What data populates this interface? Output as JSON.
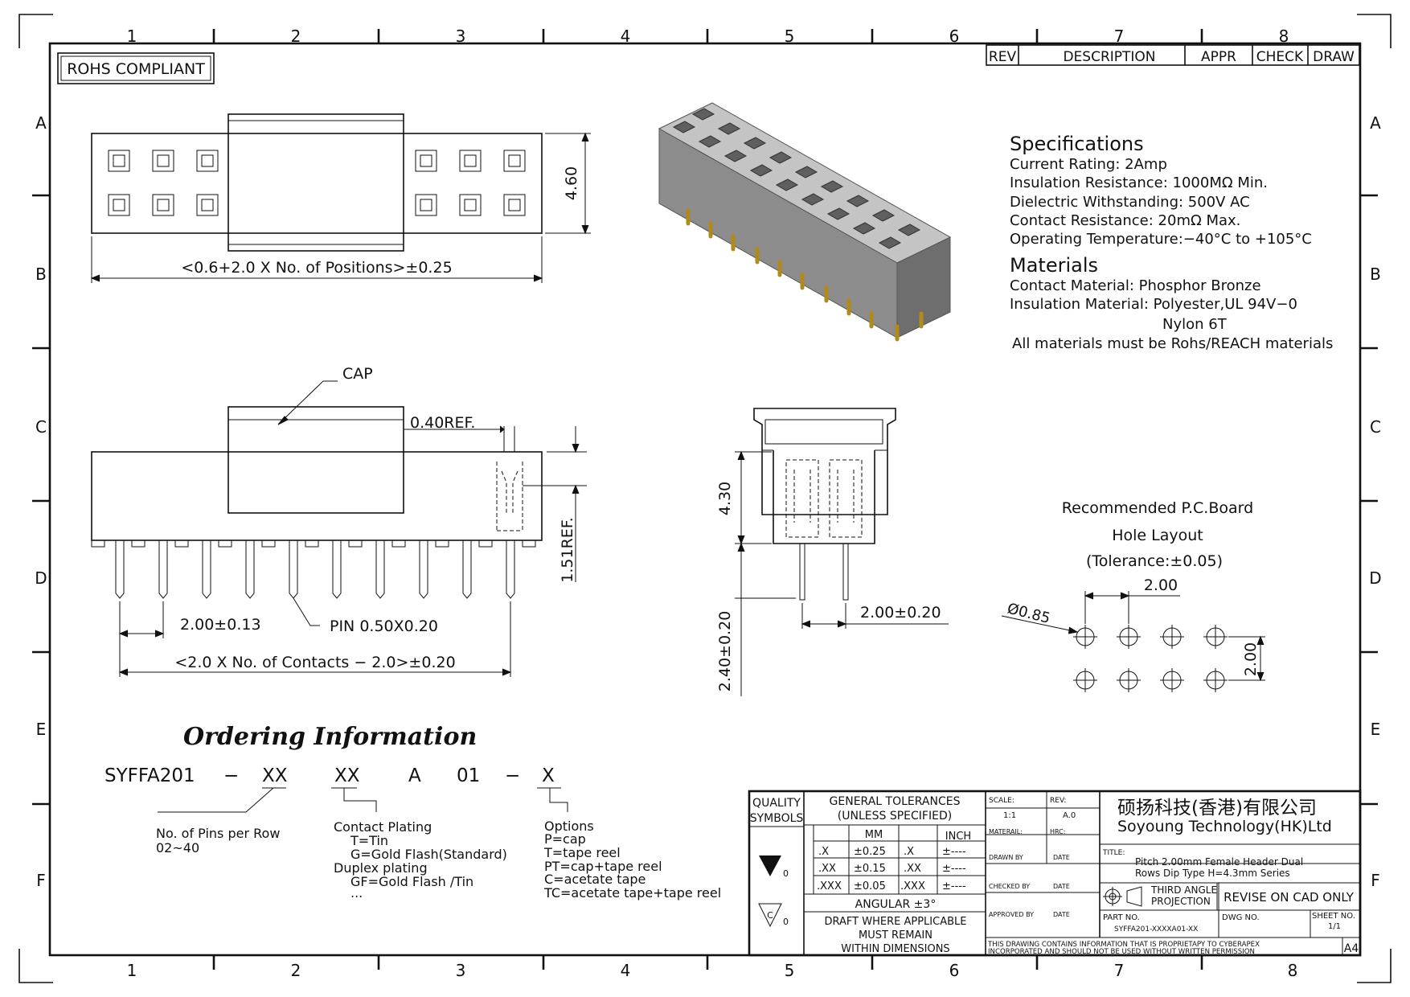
{
  "frame": {
    "top_cols": [
      "1",
      "2",
      "3",
      "4",
      "5",
      "6",
      "7",
      "8"
    ],
    "bottom_cols": [
      "1",
      "2",
      "3",
      "4",
      "5",
      "6",
      "7",
      "8"
    ],
    "rows": [
      "A",
      "B",
      "C",
      "D",
      "E",
      "F"
    ]
  },
  "rohs": "ROHS COMPLIANT",
  "revision_block": {
    "rev": "REV",
    "description": "DESCRIPTION",
    "appr": "APPR",
    "check": "CHECK",
    "draw": "DRAW"
  },
  "specifications": {
    "heading": "Specifications",
    "lines": [
      "Current Rating:   2Amp",
      "Insulation Resistance:   1000MΩ Min.",
      "Dielectric Withstanding:   500V AC",
      "Contact Resistance:   20mΩ Max.",
      "Operating Temperature:−40°C to +105°C"
    ]
  },
  "materials": {
    "heading": "Materials",
    "lines": [
      "Contact Material: Phosphor Bronze",
      " Insulation Material: Polyester,UL 94V−0",
      "Nylon 6T",
      "All materials must be Rohs/REACH materials"
    ]
  },
  "top_view": {
    "dim_height": "4.60",
    "dim_length": "<0.6+2.0 X No. of Positions>±0.25"
  },
  "front_view": {
    "cap_label": "CAP",
    "dim_ref_040": "0.40REF.",
    "dim_ref_151": "1.51REF.",
    "dim_pitch": "2.00±0.13",
    "pin_label": "PIN 0.50X0.20",
    "dim_contacts": "<2.0 X No. of Contacts − 2.0>±0.20"
  },
  "side_view": {
    "dim_430": "4.30",
    "dim_240": "2.40±0.20",
    "dim_200": "2.00±0.20"
  },
  "pcb": {
    "title1": "Recommended P.C.Board",
    "title2": "Hole Layout",
    "title3": "(Tolerance:±0.05)",
    "dim_h": "2.00",
    "dim_v": "2.00",
    "dia": "Ø0.85"
  },
  "ordering": {
    "heading": "Ordering Information",
    "code": [
      "SYFFA201",
      "−",
      "XX",
      "XX",
      "A",
      "01",
      "−",
      "X"
    ],
    "pins": [
      "No. of Pins per Row",
      "02~40"
    ],
    "plating": [
      "Contact Plating",
      "T=Tin",
      "G=Gold Flash(Standard)",
      "Duplex plating",
      "GF=Gold Flash /Tin",
      "..."
    ],
    "options": [
      "Options",
      "P=cap",
      "T=tape reel",
      "PT=cap+tape reel",
      "C=acetate tape",
      "TC=acetate tape+tape reel"
    ]
  },
  "title_block": {
    "quality": "QUALITY",
    "symbols": "SYMBOLS",
    "gen_tol": "GENERAL TOLERANCES",
    "unless": "(UNLESS SPECIFIED)",
    "mm": "MM",
    "inch": "INCH",
    "tol_rows": [
      [
        ".X",
        "±0.25",
        ".X",
        "±----"
      ],
      [
        ".XX",
        "±0.15",
        ".XX",
        "±----"
      ],
      [
        ".XXX",
        "±0.05",
        ".XXX",
        "±----"
      ]
    ],
    "angular": "ANGULAR ±3°",
    "draft": [
      "DRAFT WHERE APPLICABLE",
      "MUST REMAIN",
      "WITHIN DIMENSIONS"
    ],
    "sym0": "0",
    "sym_c": "C",
    "scale_label": "SCALE:",
    "scale_val": "1:1",
    "rev_label": "REV:",
    "rev_val": "A.0",
    "material": "MATERAIL:",
    "hrc": "HRC:",
    "drawn": "DRAWN BY",
    "checked": "CHECKED BY",
    "approved": "APPROVED BY",
    "date": "DATE",
    "company_cn": "硕扬科技(香港)有限公司",
    "company_en": "Soyoung Technology(HK)Ltd",
    "title_label": "TITLE:",
    "title_line1": "Pitch 2.00mm Female Header Dual",
    "title_line2": "Rows Dip Type H=4.3mm Series",
    "third_angle1": "THIRD ANGLE",
    "third_angle2": "PROJECTION",
    "revise": "REVISE ON CAD ONLY",
    "part_no_label": "PART NO.",
    "part_no": "SYFFA201-XXXXA01-XX",
    "dwg_no": "DWG NO.",
    "sheet_no": "SHEET NO.",
    "sheet_val": "1/1",
    "notice1": "THIS DRAWING CONTAINS INFORMATION THAT IS PROPRIETAPY TO CYBERAPEX",
    "notice2": "INCORPORATED AND SHOULD NOT BE USED WITHOUT WRITTEN PERMISSION",
    "size": "A4"
  }
}
